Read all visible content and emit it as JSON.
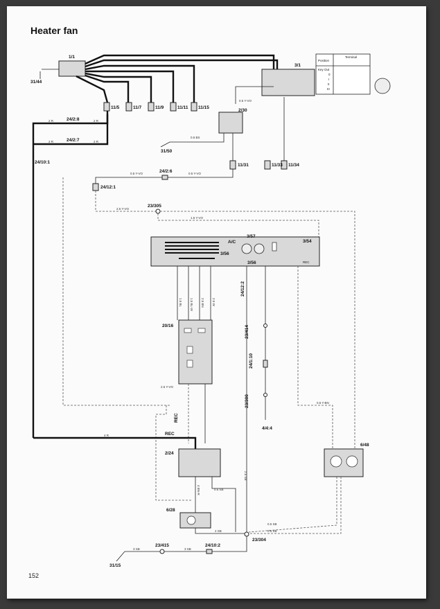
{
  "title": "Heater fan",
  "page_number": "152",
  "components": {
    "c1_1": "1/1",
    "c3_1": "3/1",
    "c31_44": "31/44",
    "c31_50": "31/50",
    "c2_30": "2/30",
    "c11_5": "11/5",
    "c11_7": "11/7",
    "c11_9": "11/9",
    "c11_11": "11/11",
    "c11_15": "11/15",
    "c11_31": "11/31",
    "c11_33": "11/33",
    "c11_34": "11/34",
    "c24_2_8": "24/2:8",
    "c24_2_7": "24/2:7",
    "c24_10_1": "24/10:1",
    "c24_2_6": "24/2:6",
    "c24_12_1": "24/12:1",
    "c23_305": "23/305",
    "c3_57": "3/57",
    "c3_54": "3/54",
    "c3_56a": "3/56",
    "c3_56b": "3/56",
    "c20_16": "20/16",
    "c24_12_2": "24/12:2",
    "c23_414": "23/414",
    "c24_1_10": "24/1:10",
    "c23_300": "23/300",
    "c4_4_4": "4/4:4",
    "c6_48": "6/48",
    "c2_24": "2/24",
    "c6_28": "6/28",
    "c23_304": "23/304",
    "c23_415": "23/415",
    "c24_10_2": "24/10:2",
    "c31_15": "31/15",
    "rec1": "REC",
    "rec2": "REC",
    "ac": "A/C",
    "rec3": "REC"
  },
  "ignition_table": {
    "header_position": "Position",
    "header_terminal": "Terminal",
    "key_out": "Key Out",
    "rows": [
      "0",
      "I",
      "II",
      "III"
    ]
  },
  "wires": {
    "w2r_a": "2 R",
    "w2r_b": "2 R",
    "w2r_c": "2 R",
    "w2r_d": "2 R",
    "w4r": "4 R",
    "w05yvo": "0.5 Y-VO",
    "w05bs": "0.5 BS",
    "w05yvo2": "0.5 Y-VO",
    "w05yvo3": "0.5 Y-VO",
    "w15yvo": "1.5 Y-VO",
    "w25yvo": "2.5 Y-VO",
    "w25yvo2": "2.5 Y-VO",
    "w05ybn": "0.5 Y-BN",
    "w25sb": "2.5 SB",
    "w05sb": "0.5 SB",
    "w4sb": "4 SB",
    "w3sb": "3 SB",
    "w3sb2": "3 SB",
    "w15bl": "1.5 BL",
    "w15blw": "1.5 BL-W",
    "w25bn": "2.5 BN",
    "w25w": "2.5 W",
    "w4bns": "4 BN-R",
    "w05sb2": "0.5 SB",
    "w05sb3": "0.5 SB"
  }
}
